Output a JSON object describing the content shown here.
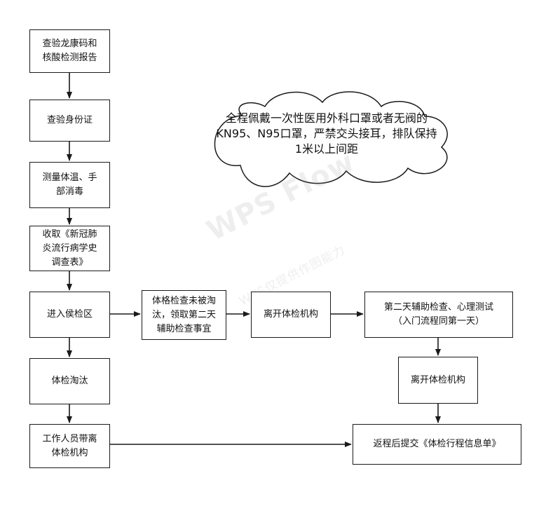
{
  "nodes": {
    "check_code": [
      "查验龙康码和",
      "核酸检测报告"
    ],
    "check_id": [
      "查验身份证"
    ],
    "temperature": [
      "测量体温、手",
      "部消毒"
    ],
    "survey": [
      "收取《新冠肺",
      "炎流行病学史",
      "调查表》"
    ],
    "waiting_area": [
      "进入侯检区"
    ],
    "not_eliminated": [
      "体格检查未被淘",
      "汰，领取第二天",
      "辅助检查事宜"
    ],
    "leave_1": [
      "离开体检机构"
    ],
    "day2": [
      "第二天辅助检查、心理测试",
      "（入门流程同第一天）"
    ],
    "eliminated": [
      "体检淘汰"
    ],
    "leave_2": [
      "离开体检机构"
    ],
    "staff_escort": [
      "工作人员带离",
      "体检机构"
    ],
    "submit_form": [
      "返程后提交《体检行程信息单》"
    ]
  },
  "note": [
    "全程佩戴一次性医用外科口罩或者无阀的",
    "KN95、N95口罩，严禁交头接耳，排队保持",
    "1米以上间距"
  ],
  "watermark": {
    "title": "WPS Flow",
    "subtitle": "WPS仅提供作图能力"
  }
}
